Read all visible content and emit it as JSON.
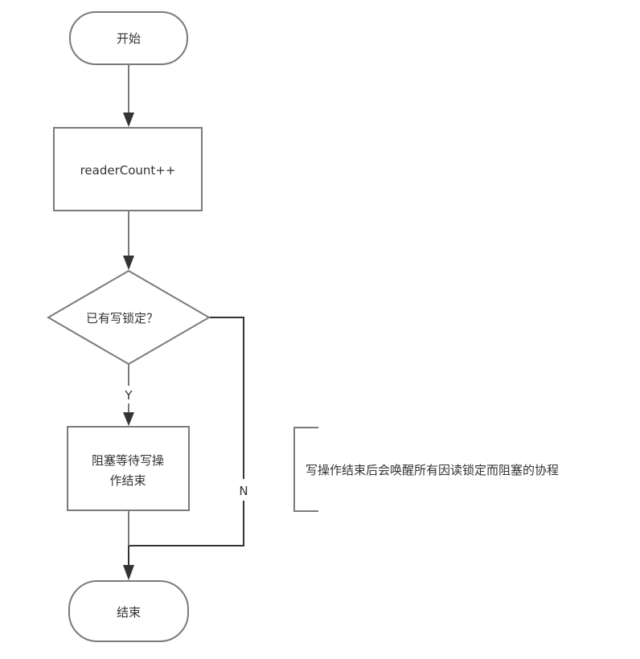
{
  "diagram": {
    "nodes": {
      "start": {
        "label": "开始",
        "type": "terminator"
      },
      "increment": {
        "label": "readerCount++",
        "type": "process"
      },
      "decision": {
        "label": "已有写锁定？",
        "type": "decision"
      },
      "wait": {
        "label_line1": "阻塞等待写操",
        "label_line2": "作结束",
        "type": "process"
      },
      "end": {
        "label": "结束",
        "type": "terminator"
      }
    },
    "edges": {
      "yes_label": "Y",
      "no_label": "N"
    },
    "annotation": {
      "text": "写操作结束后会唤醒所有因读锁定而阻塞的协程"
    },
    "colors": {
      "stroke": "#7a7a7a",
      "arrow": "#333333",
      "text": "#333333"
    }
  }
}
